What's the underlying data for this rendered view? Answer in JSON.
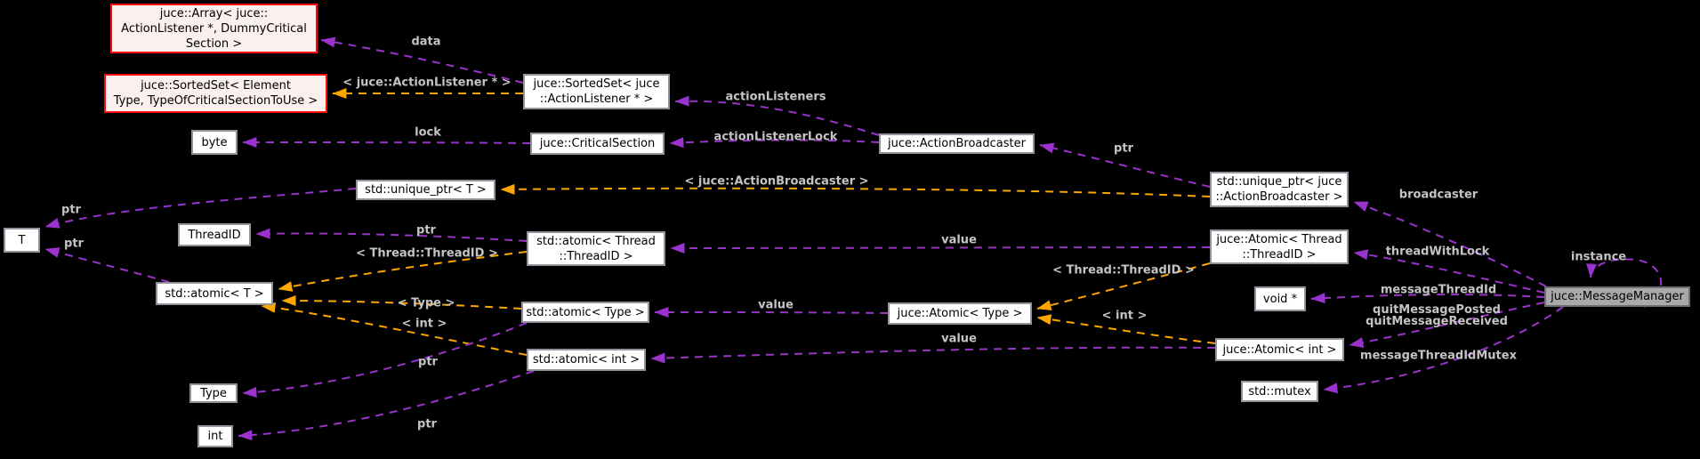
{
  "colors": {
    "background": "#000000",
    "usage_edge": "#9a32cd",
    "instantiation_edge": "#ffa500",
    "edge_label": "#c4c4c4",
    "node_bg": "#ffffff",
    "node_border": "#90939b",
    "node_text": "#000000",
    "red_node_bg": "#faf0f0",
    "red_node_border": "#ff0b0b",
    "main_node_bg": "#a9a9a9",
    "main_node_border": "#6b6e74"
  },
  "diagram": {
    "title": "juce::MessageManager collaboration graph",
    "nodes": [
      {
        "id": "array",
        "kind": "red",
        "lines": [
          "juce::Array< juce::",
          "ActionListener *, DummyCritical",
          "Section >"
        ]
      },
      {
        "id": "sortedset_tpl",
        "kind": "red",
        "lines": [
          "juce::SortedSet< Element",
          "Type, TypeOfCriticalSectionToUse >"
        ]
      },
      {
        "id": "sortedset_inst",
        "kind": "plain",
        "lines": [
          "juce::SortedSet< juce",
          "::ActionListener * >"
        ]
      },
      {
        "id": "byte",
        "kind": "plain",
        "lines": [
          "byte"
        ]
      },
      {
        "id": "critical_section",
        "kind": "plain",
        "lines": [
          "juce::CriticalSection"
        ]
      },
      {
        "id": "action_broadcaster",
        "kind": "plain",
        "lines": [
          "juce::ActionBroadcaster"
        ]
      },
      {
        "id": "unique_ptr_t",
        "kind": "plain",
        "lines": [
          "std::unique_ptr< T >"
        ]
      },
      {
        "id": "unique_ptr_ab",
        "kind": "plain",
        "lines": [
          "std::unique_ptr< juce",
          "::ActionBroadcaster >"
        ]
      },
      {
        "id": "t",
        "kind": "plain",
        "lines": [
          "T"
        ]
      },
      {
        "id": "thread_id",
        "kind": "plain",
        "lines": [
          "ThreadID"
        ]
      },
      {
        "id": "atomic_threadid",
        "kind": "plain",
        "lines": [
          "std::atomic< Thread",
          "::ThreadID >"
        ]
      },
      {
        "id": "juce_atomic_threadid",
        "kind": "plain",
        "lines": [
          "juce::Atomic< Thread",
          "::ThreadID >"
        ]
      },
      {
        "id": "atomic_t",
        "kind": "plain",
        "lines": [
          "std::atomic< T >"
        ]
      },
      {
        "id": "atomic_type",
        "kind": "plain",
        "lines": [
          "std::atomic< Type >"
        ]
      },
      {
        "id": "juce_atomic_type",
        "kind": "plain",
        "lines": [
          "juce::Atomic< Type >"
        ]
      },
      {
        "id": "void_ptr",
        "kind": "plain",
        "lines": [
          "void *"
        ]
      },
      {
        "id": "atomic_int",
        "kind": "plain",
        "lines": [
          "std::atomic< int >"
        ]
      },
      {
        "id": "juce_atomic_int",
        "kind": "plain",
        "lines": [
          "juce::Atomic< int >"
        ]
      },
      {
        "id": "message_manager",
        "kind": "main",
        "lines": [
          "juce::MessageManager"
        ]
      },
      {
        "id": "mutex",
        "kind": "plain",
        "lines": [
          "std::mutex"
        ]
      },
      {
        "id": "type",
        "kind": "plain",
        "lines": [
          "Type"
        ]
      },
      {
        "id": "int",
        "kind": "plain",
        "lines": [
          "int"
        ]
      }
    ],
    "edges": [
      {
        "from": "sortedset_inst",
        "to": "array",
        "kind": "usage",
        "label": "data"
      },
      {
        "from": "sortedset_inst",
        "to": "sortedset_tpl",
        "kind": "instantiation",
        "label": "< juce::ActionListener * >"
      },
      {
        "from": "action_broadcaster",
        "to": "sortedset_inst",
        "kind": "usage",
        "label": "actionListeners"
      },
      {
        "from": "action_broadcaster",
        "to": "critical_section",
        "kind": "usage",
        "label": "actionListenerLock"
      },
      {
        "from": "critical_section",
        "to": "byte",
        "kind": "usage",
        "label": "lock"
      },
      {
        "from": "unique_ptr_ab",
        "to": "action_broadcaster",
        "kind": "usage",
        "label": "ptr"
      },
      {
        "from": "unique_ptr_ab",
        "to": "unique_ptr_t",
        "kind": "instantiation",
        "label": "< juce::ActionBroadcaster >"
      },
      {
        "from": "unique_ptr_t",
        "to": "t",
        "kind": "usage",
        "label": "ptr"
      },
      {
        "from": "atomic_t",
        "to": "t",
        "kind": "usage",
        "label": "ptr"
      },
      {
        "from": "atomic_threadid",
        "to": "thread_id",
        "kind": "usage",
        "label": "ptr"
      },
      {
        "from": "atomic_threadid",
        "to": "atomic_t",
        "kind": "instantiation",
        "label": "< Thread::ThreadID >"
      },
      {
        "from": "atomic_type",
        "to": "atomic_t",
        "kind": "instantiation",
        "label": "< Type >"
      },
      {
        "from": "atomic_int",
        "to": "atomic_t",
        "kind": "instantiation",
        "label": "< int >"
      },
      {
        "from": "juce_atomic_threadid",
        "to": "atomic_threadid",
        "kind": "usage",
        "label": "value"
      },
      {
        "from": "juce_atomic_type",
        "to": "atomic_type",
        "kind": "usage",
        "label": "value"
      },
      {
        "from": "juce_atomic_int",
        "to": "atomic_int",
        "kind": "usage",
        "label": "value"
      },
      {
        "from": "juce_atomic_threadid",
        "to": "juce_atomic_type",
        "kind": "instantiation",
        "label": "< Thread::ThreadID >"
      },
      {
        "from": "juce_atomic_int",
        "to": "juce_atomic_type",
        "kind": "instantiation",
        "label": "< int >"
      },
      {
        "from": "atomic_type",
        "to": "type",
        "kind": "usage",
        "label": "ptr"
      },
      {
        "from": "atomic_int",
        "to": "int",
        "kind": "usage",
        "label": "ptr"
      },
      {
        "from": "message_manager",
        "to": "unique_ptr_ab",
        "kind": "usage",
        "label": "broadcaster"
      },
      {
        "from": "message_manager",
        "to": "juce_atomic_threadid",
        "kind": "usage",
        "label": "threadWithLock"
      },
      {
        "from": "message_manager",
        "to": "void_ptr",
        "kind": "usage",
        "label": "messageThreadId"
      },
      {
        "from": "message_manager",
        "to": "juce_atomic_int",
        "kind": "usage",
        "label": "quitMessagePosted\nquitMessageReceived"
      },
      {
        "from": "message_manager",
        "to": "mutex",
        "kind": "usage",
        "label": "messageThreadIdMutex"
      },
      {
        "from": "message_manager",
        "to": "message_manager",
        "kind": "usage",
        "label": "instance"
      }
    ]
  }
}
